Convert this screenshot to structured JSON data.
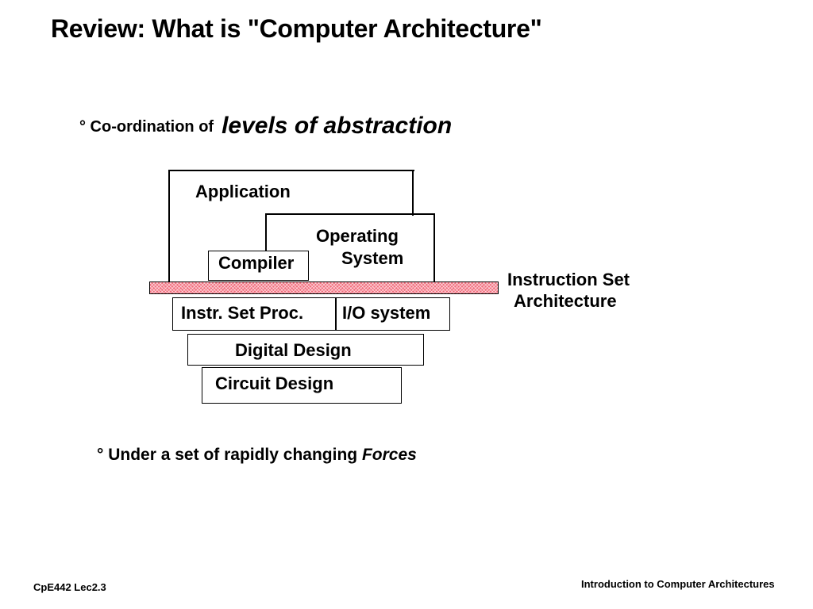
{
  "slide": {
    "title": "Review: What is \"Computer Architecture\"",
    "bullet1": {
      "prefix": "° Co-ordination of",
      "emphasis": "levels of abstraction"
    },
    "bullet2": {
      "prefix": "° Under a  set of rapidly  changing",
      "emphasis": "Forces"
    },
    "diagram": {
      "application": "Application",
      "operating_line1": "Operating",
      "operating_line2": "System",
      "compiler": "Compiler",
      "isa_line1": "Instruction Set",
      "isa_line2": "Architecture",
      "instr_set_proc": "Instr. Set Proc.",
      "io_system": "I/O system",
      "digital_design": "Digital Design",
      "circuit_design": "Circuit Design",
      "isa_bar_color": "#f26d7d"
    },
    "footer": {
      "left": "CpE442  Lec2.3",
      "right": "Introduction to Computer Architectures"
    }
  }
}
